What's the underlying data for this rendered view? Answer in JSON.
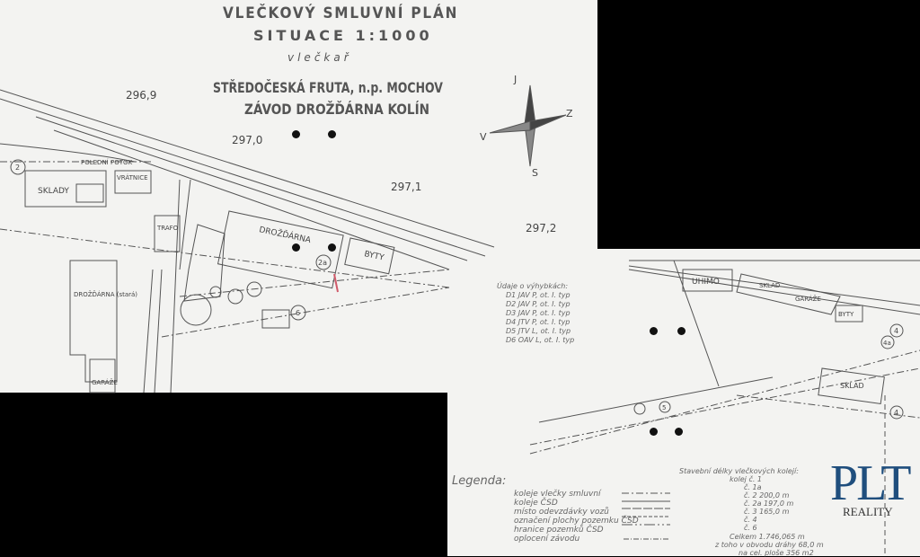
{
  "title": {
    "line1": "VLEČKOVÝ SMLUVNÍ PLÁN",
    "line2": "SITUACE 1:1000",
    "line3": "vlečkař",
    "line4": "STŘEDOČESKÁ FRUTA, n.p. MOCHOV",
    "line5": "ZÁVOD DROŽĎÁRNA KOLÍN"
  },
  "compass": {
    "north": "J",
    "south": "S",
    "west": "V",
    "east": "Z"
  },
  "map_labels": {
    "km1": "296,9",
    "km2": "297,0",
    "km3": "297,1",
    "km4": "297,2",
    "b1": "DROŽĎÁRNA",
    "b2": "BYTY",
    "b3": "SKLADY",
    "b4": "TRAFO",
    "b5": "DROŽĎÁRNA (stará)",
    "b6": "GARÁŽE",
    "b7": "VRÁTNICE",
    "b8": "POLEDNÍ POTOK",
    "b9": "UHIMO",
    "b10": "SKLAD",
    "b11": "GARÁŽE",
    "b12": "BYTY",
    "b13": "SKLAD",
    "c1": "2",
    "c2": "2a",
    "c3": "6",
    "c4": "4",
    "c5": "4a",
    "c6": "5"
  },
  "udaje": {
    "heading": "Údaje o výhybkách:",
    "rows": [
      "D1 JAV P, ot. I. typ",
      "D2 JAV P, ot. I. typ",
      "D3 JAV P, ot. I. typ",
      "D4 JTV P, ot. I. typ",
      "D5 JTV L, ot. I. typ",
      "D6 OAV L, ot. I. typ"
    ]
  },
  "legend": {
    "heading": "Legenda:",
    "items": [
      "koleje vlečky smluvní",
      "koleje ČSD",
      "místo odevzdávky vozů",
      "označení plochy pozemku ČSD",
      "hranice pozemků ČSD",
      "oplocení závodu"
    ]
  },
  "lengths": {
    "heading": "Stavební délky vlečkových kolejí:",
    "rows": [
      "kolej č. 1",
      "č. 1a",
      "č. 2   200,0 m",
      "č. 2a   197,0 m",
      "č. 3   165,0 m",
      "č. 4",
      "č. 6"
    ],
    "total": "Celkem   1.746,065 m",
    "sub1": "z toho v obvodu dráhy   68,0 m",
    "sub2": "na cel. ploše   356 m2"
  },
  "watermark": {
    "big": "PLT",
    "small": "REALITY"
  }
}
